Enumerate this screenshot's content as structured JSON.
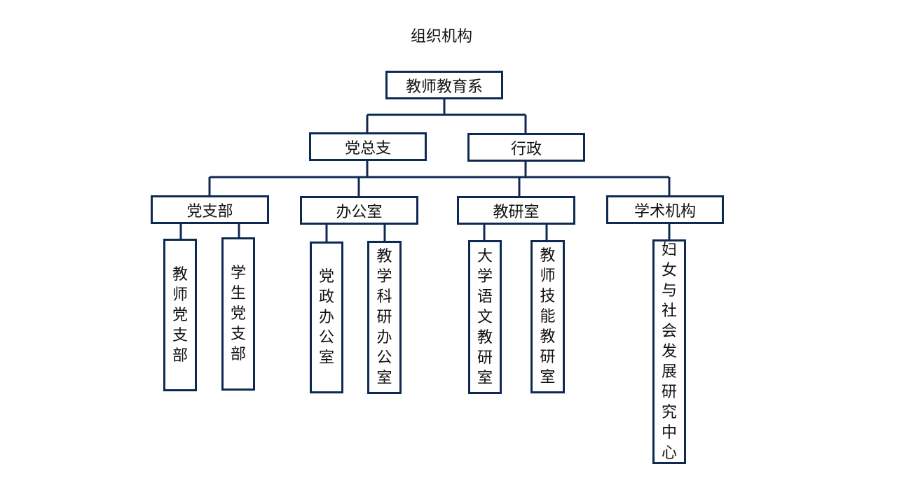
{
  "title": "组织机构",
  "colors": {
    "border": "#0f2a52",
    "line": "#0f2a52",
    "text": "#111111"
  },
  "root": "教师教育系",
  "level2": [
    "党总支",
    "行政"
  ],
  "level3": [
    "党支部",
    "办公室",
    "教研室",
    "学术机构"
  ],
  "level4": {
    "party_branch": [
      "教师党支部",
      "学生党支部"
    ],
    "office": [
      "党政办公室",
      "教学科研办公室"
    ],
    "teaching_research": [
      "大学语文教研室",
      "教师技能教研室"
    ],
    "academic": [
      "妇女与社会发展研究中心"
    ]
  }
}
